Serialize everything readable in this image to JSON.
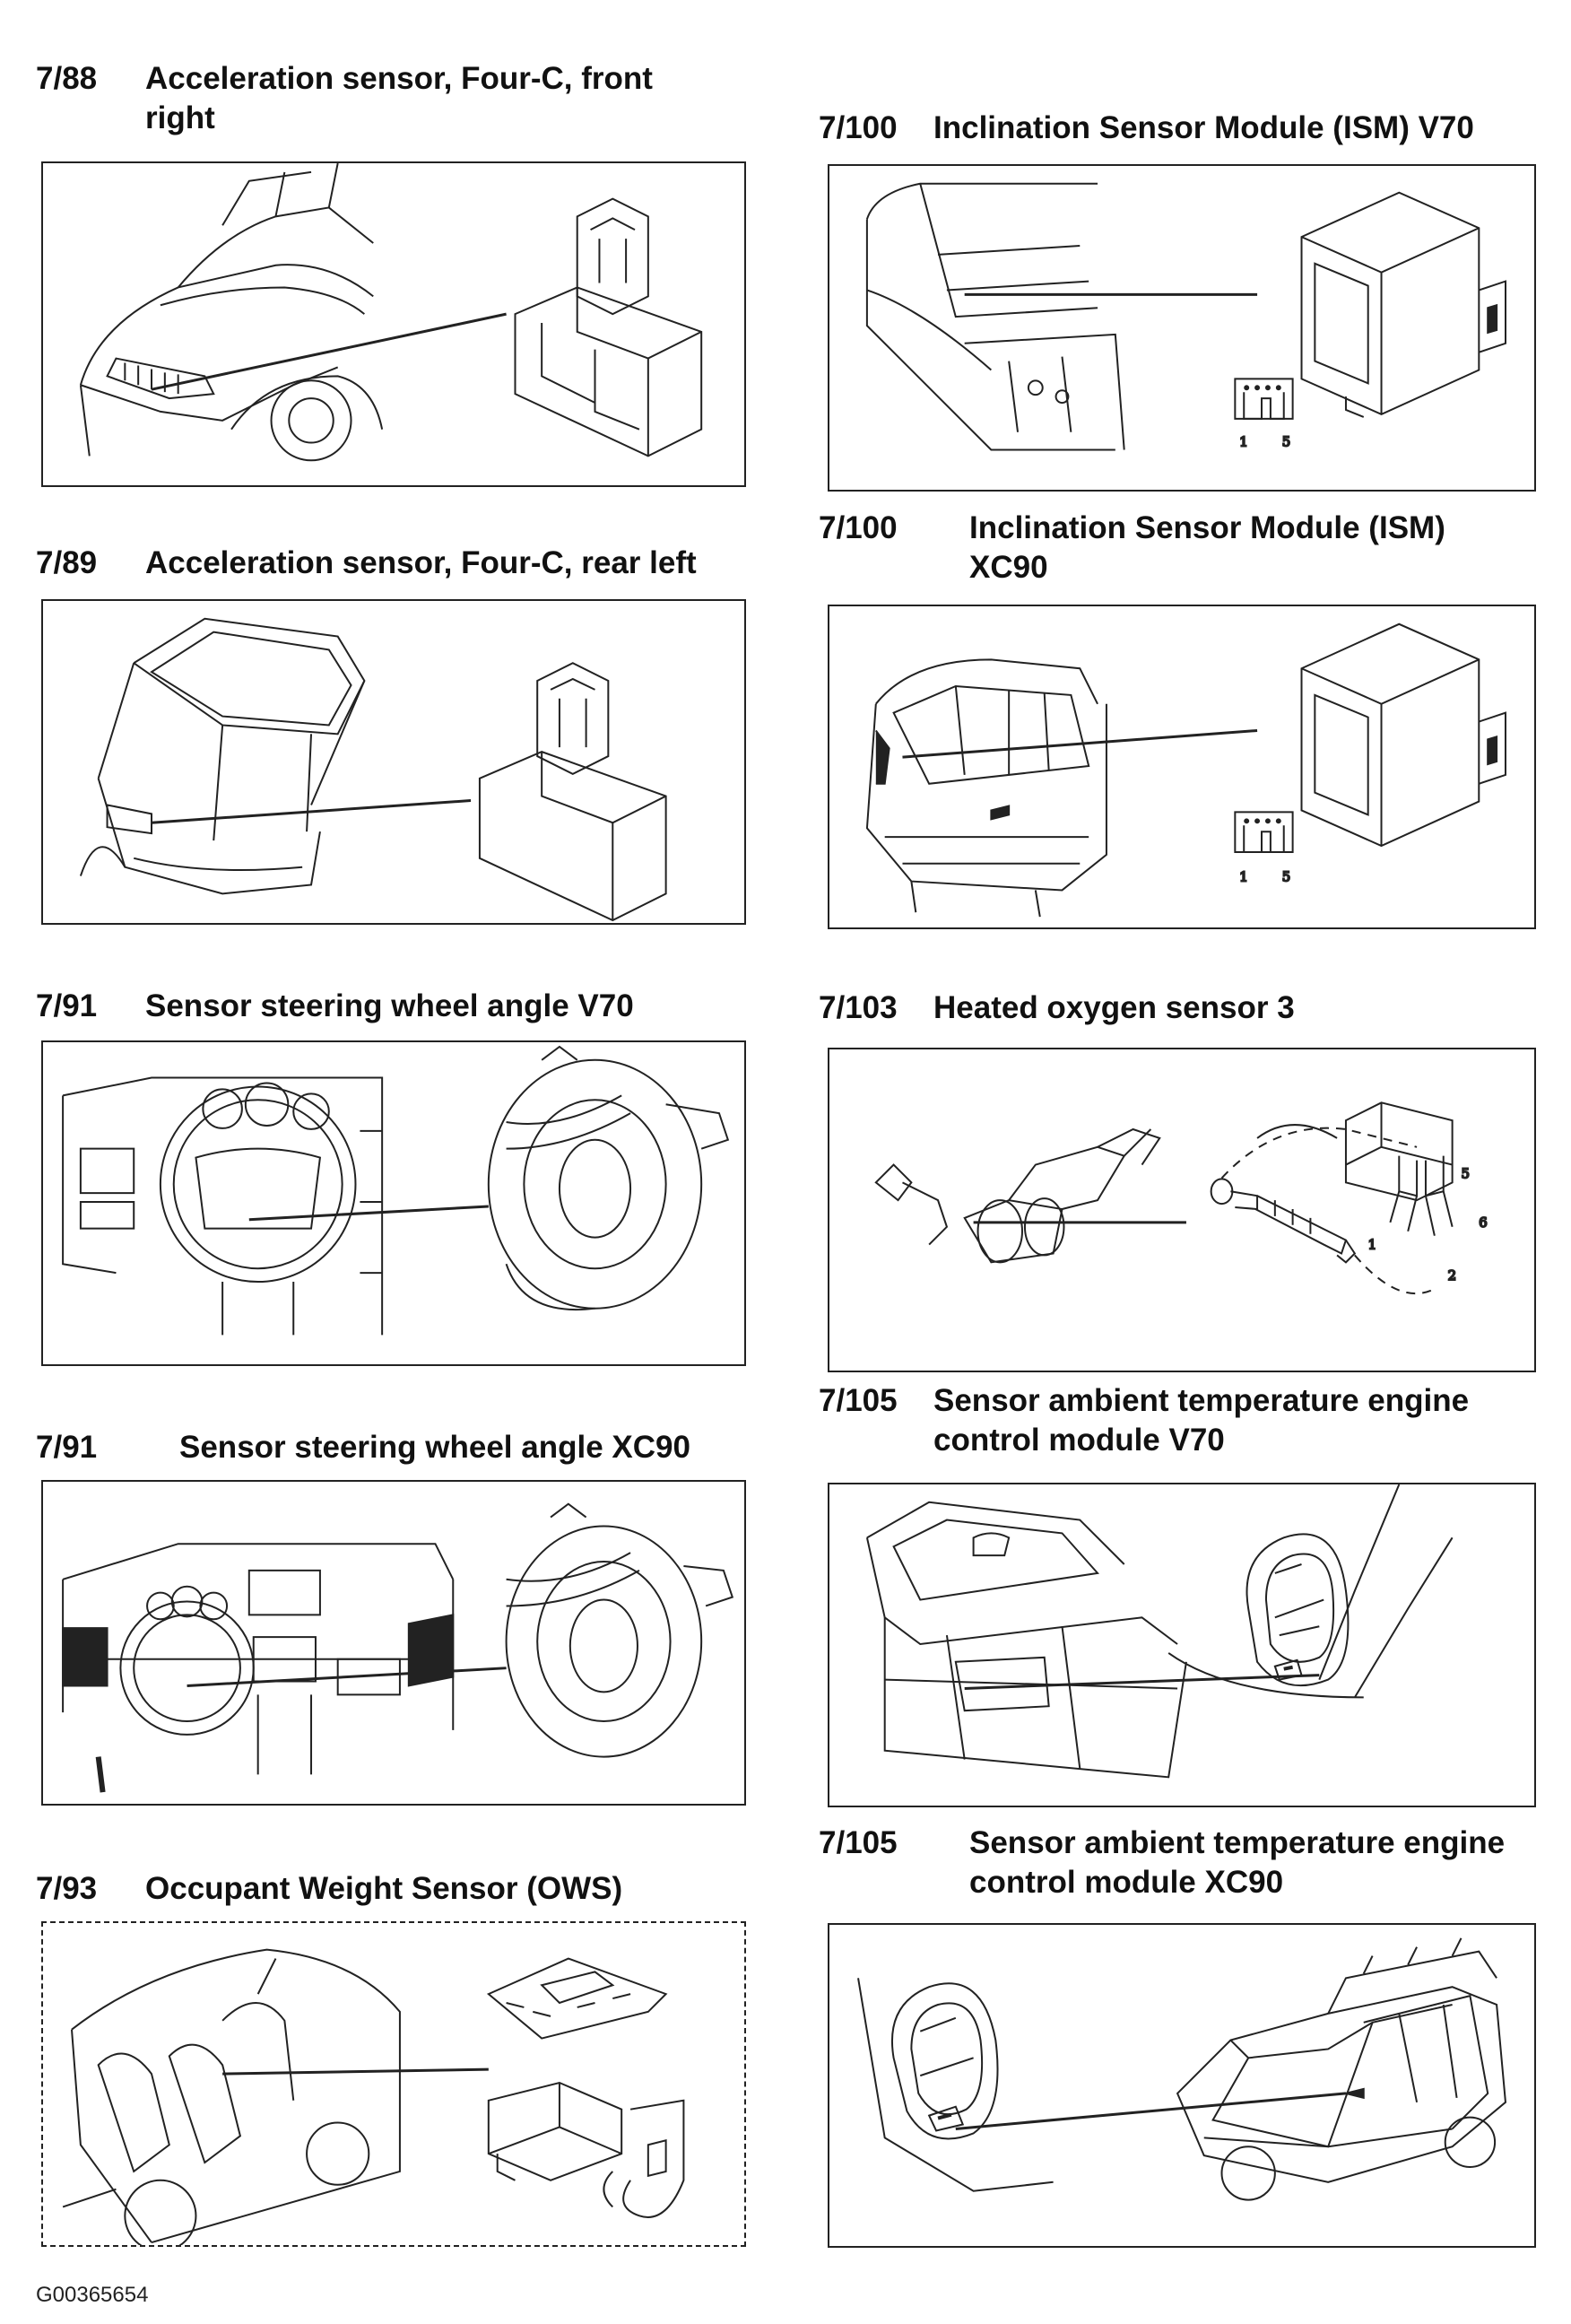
{
  "entries": [
    {
      "id": "e1",
      "code": "7/88",
      "title": "Acceleration sensor, Four-C, front right"
    },
    {
      "id": "e2",
      "code": "7/89",
      "title": "Acceleration sensor, Four-C, rear left"
    },
    {
      "id": "e3",
      "code": "7/91",
      "title": "Sensor steering wheel angle V70"
    },
    {
      "id": "e4",
      "code": "7/91",
      "title": "Sensor steering wheel angle XC90"
    },
    {
      "id": "e5",
      "code": "7/93",
      "title": "Occupant Weight Sensor (OWS)"
    },
    {
      "id": "e6",
      "code": "7/100",
      "title": "Inclination Sensor Module (ISM) V70",
      "pins": [
        "1",
        "5"
      ]
    },
    {
      "id": "e7",
      "code": "7/100",
      "title": "Inclination Sensor Module (ISM) XC90",
      "pins": [
        "1",
        "5"
      ]
    },
    {
      "id": "e8",
      "code": "7/103",
      "title": "Heated oxygen sensor 3",
      "pins": [
        "5",
        "6",
        "1",
        "2"
      ]
    },
    {
      "id": "e9",
      "code": "7/105",
      "title": "Sensor ambient temperature engine control module V70"
    },
    {
      "id": "e10",
      "code": "7/105",
      "title": "Sensor ambient temperature engine control module XC90"
    }
  ],
  "footer": {
    "code": "G00365654"
  }
}
